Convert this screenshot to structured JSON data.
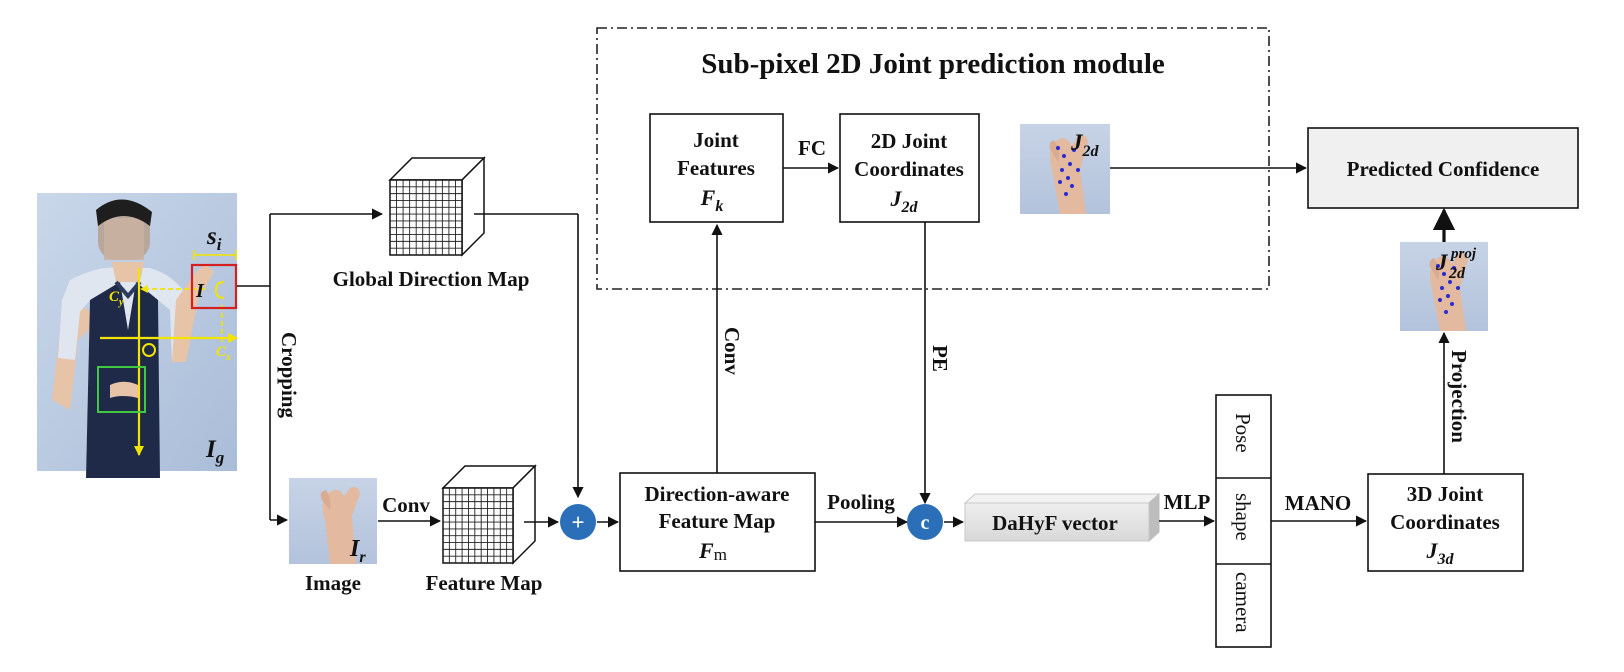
{
  "module": {
    "title": "Sub-pixel 2D Joint prediction module"
  },
  "left": {
    "global_image_label": "I",
    "global_image_sub": "g",
    "scale_label": "s",
    "scale_sub": "i",
    "crop_label": "I",
    "cx_label": "C",
    "cx_sub": "x",
    "cy_label": "C",
    "cy_sub": "y",
    "origin_label": "O",
    "cropping": "Cropping"
  },
  "global_map": {
    "label": "Global Direction Map"
  },
  "image": {
    "label": "Image",
    "symbol": "I",
    "sub": "r"
  },
  "conv_lower": "Conv",
  "feature_map": {
    "label": "Feature Map"
  },
  "plus": "+",
  "concat": "c",
  "fm": {
    "line1": "Direction-aware",
    "line2": "Feature Map",
    "symbol": "F",
    "sub": "m"
  },
  "conv_vertical": "Conv",
  "pooling": "Pooling",
  "joint_features": {
    "line1": "Joint",
    "line2": "Features",
    "symbol": "F",
    "sub": "k"
  },
  "fc": "FC",
  "joint2d": {
    "line1": "2D Joint",
    "line2": "Coordinates",
    "symbol": "J",
    "sub": "2d"
  },
  "hand_label": {
    "symbol": "J",
    "sub": "2d"
  },
  "pe": "PE",
  "dahyf": "DaHyF vector",
  "mlp": "MLP",
  "params": [
    "Pose",
    "shape",
    "camera"
  ],
  "mano": "MANO",
  "joint3d": {
    "line1": "3D Joint",
    "line2": "Coordinates",
    "symbol": "J",
    "sub": "3d"
  },
  "projection": "Projection",
  "proj_label": {
    "symbol": "J",
    "sub": "2d",
    "sup": "proj"
  },
  "confidence": "Predicted Confidence",
  "colors": {
    "accent_blue": "#2a6fb8",
    "yellow": "#f2e400",
    "crop_red": "#d42020",
    "box_green": "#3ec93e",
    "dahyf_fill": "#e6e6e6",
    "confidence_fill": "#f0f0f0"
  }
}
